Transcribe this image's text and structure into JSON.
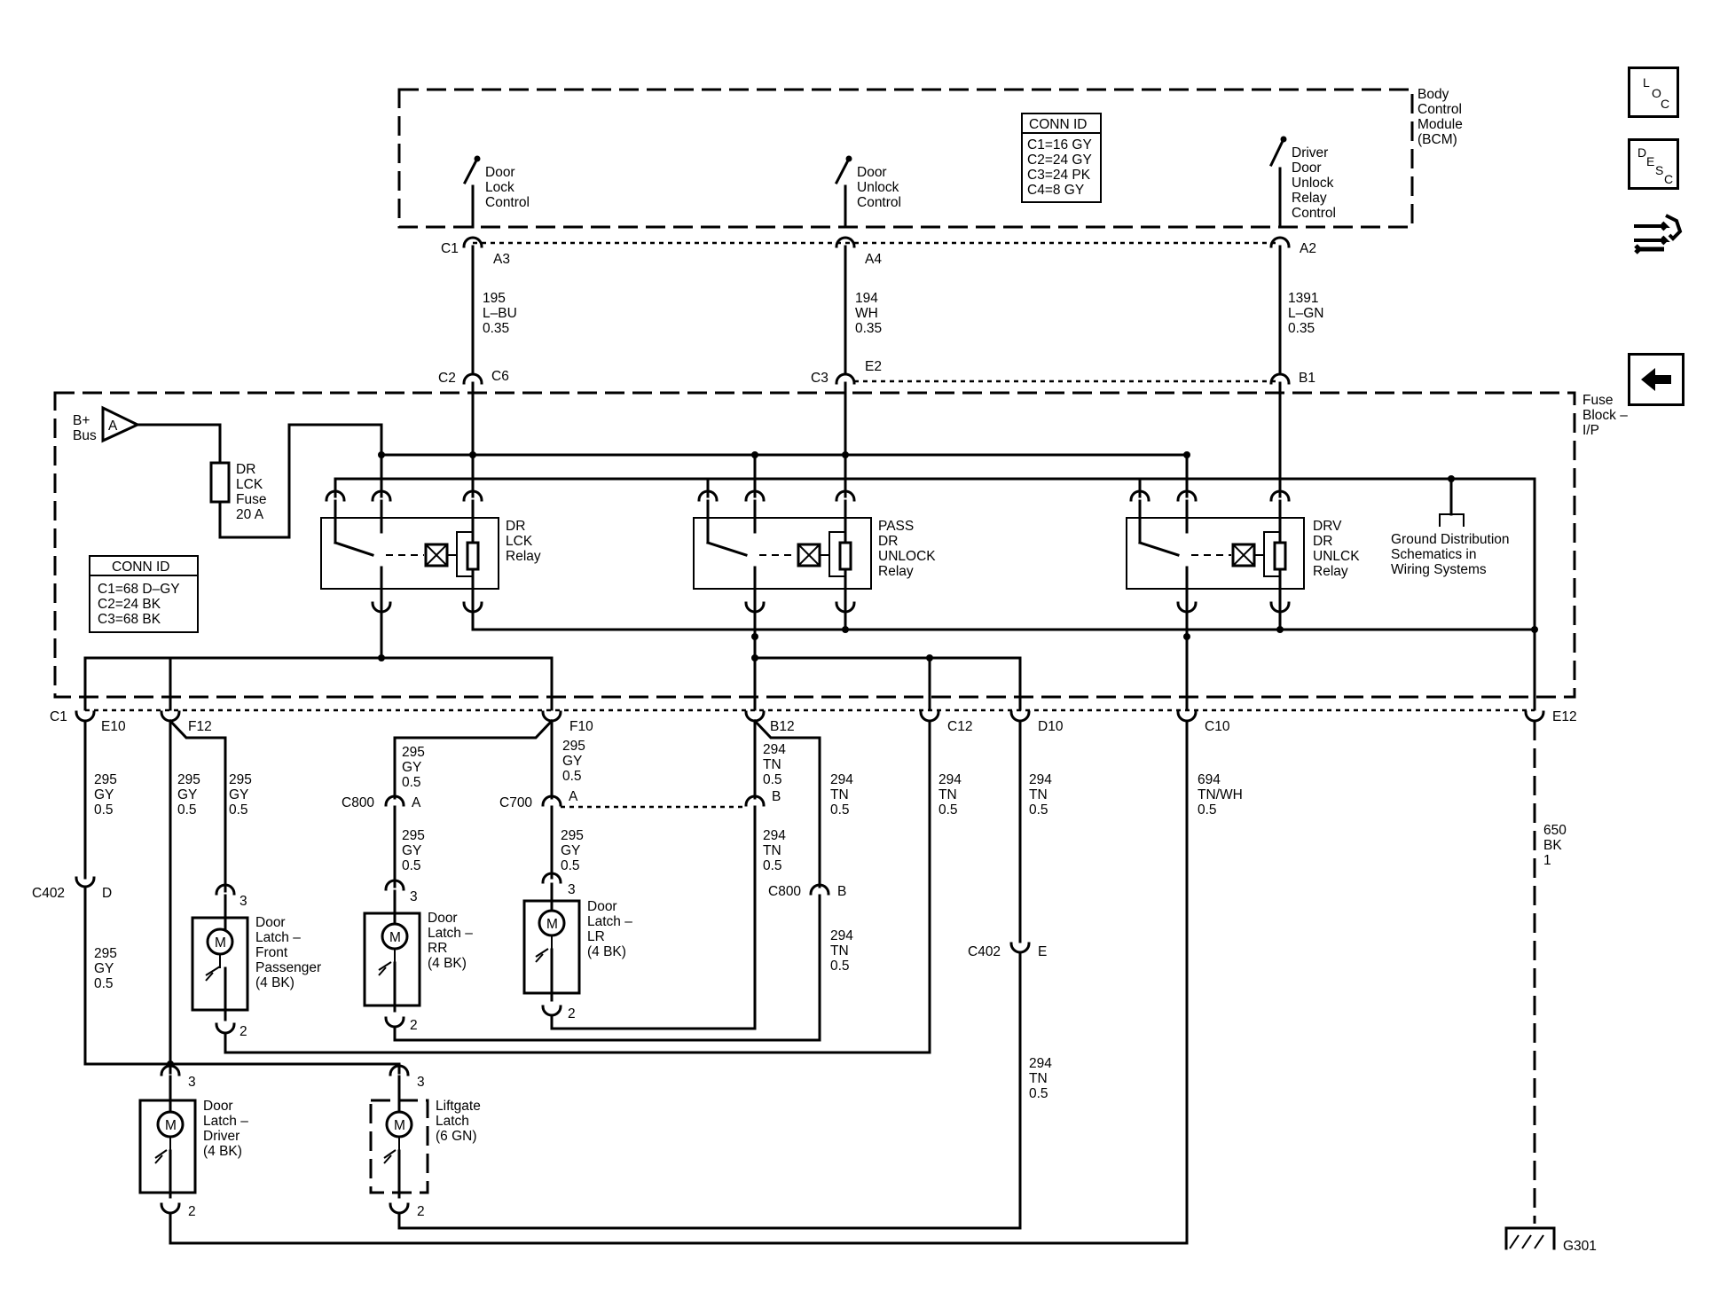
{
  "nav": {
    "loc": [
      "L",
      "O",
      "C"
    ],
    "desc": [
      "D",
      "E",
      "S",
      "C"
    ],
    "connector_icon": "connector-wrench-icon",
    "back_icon": "left-arrow-icon"
  },
  "bcm": {
    "title": [
      "Body",
      "Control",
      "Module",
      "(BCM)"
    ],
    "conn_id_title": "CONN ID",
    "conn_ids": [
      "C1=16 GY",
      "C2=24 GY",
      "C3=24 PK",
      "C4=8 GY"
    ],
    "switches": [
      [
        "Door",
        "Lock",
        "Control"
      ],
      [
        "Door",
        "Unlock",
        "Control"
      ],
      [
        "Driver",
        "Door",
        "Unlock",
        "Relay",
        "Control"
      ]
    ],
    "pins_top": [
      [
        "C1",
        "A3"
      ],
      [
        "A4"
      ],
      [
        "A2"
      ]
    ]
  },
  "wires_top": [
    [
      "195",
      "L–BU",
      "0.35"
    ],
    [
      "194",
      "WH",
      "0.35"
    ],
    [
      "1391",
      "L–GN",
      "0.35"
    ]
  ],
  "fuse_block": {
    "title": [
      "Fuse",
      "Block –",
      "I/P"
    ],
    "pins_in": [
      [
        "C2",
        "C6"
      ],
      [
        "C3",
        "E2"
      ],
      [
        "B1"
      ]
    ],
    "bplus": [
      "B+",
      "Bus"
    ],
    "bplus_marker": "A",
    "fuse": [
      "DR",
      "LCK",
      "Fuse",
      "20 A"
    ],
    "relays": [
      [
        "DR",
        "LCK",
        "Relay"
      ],
      [
        "PASS",
        "DR",
        "UNLOCK",
        "Relay"
      ],
      [
        "DRV",
        "DR",
        "UNLCK",
        "Relay"
      ]
    ],
    "ground_note": [
      "Ground Distribution",
      "Schematics in",
      "Wiring Systems"
    ],
    "conn_id_title": "CONN ID",
    "conn_ids": [
      "C1=68 D–GY",
      "C2=24 BK",
      "C3=68 BK"
    ]
  },
  "bottom_pins": [
    "C1",
    "E10",
    "F12",
    "F10",
    "B12",
    "C12",
    "D10",
    "C10",
    "E12"
  ],
  "wires": {
    "e10_a": [
      "295",
      "GY",
      "0.5"
    ],
    "e10_b": [
      "295",
      "GY",
      "0.5"
    ],
    "f12_a": [
      "295",
      "GY",
      "0.5"
    ],
    "f12_b": [
      "295",
      "GY",
      "0.5"
    ],
    "f10_a": [
      "295",
      "GY",
      "0.5"
    ],
    "f10_rr": [
      "295",
      "GY",
      "0.5"
    ],
    "c800_rr": [
      "295",
      "GY",
      "0.5"
    ],
    "c700_lr": [
      "295",
      "GY",
      "0.5"
    ],
    "b12_a": [
      "294",
      "TN",
      "0.5"
    ],
    "b12_b": [
      "294",
      "TN",
      "0.5"
    ],
    "b12_c": [
      "294",
      "TN",
      "0.5"
    ],
    "c800b": [
      "294",
      "TN",
      "0.5"
    ],
    "c12": [
      "294",
      "TN",
      "0.5"
    ],
    "d10_a": [
      "294",
      "TN",
      "0.5"
    ],
    "d10_b": [
      "294",
      "TN",
      "0.5"
    ],
    "c10": [
      "694",
      "TN/WH",
      "0.5"
    ],
    "e12": [
      "650",
      "BK",
      "1"
    ]
  },
  "connectors": {
    "c800": "C800",
    "c800_a": "A",
    "c700": "C700",
    "c700_a": "A",
    "c700_b": "B",
    "c800b": "C800",
    "c800b_b": "B",
    "c402": "C402",
    "c402_d": "D",
    "c402b": "C402",
    "c402b_e": "E"
  },
  "latches": [
    {
      "label": [
        "Door",
        "Latch –",
        "Front",
        "Passenger",
        "(4 BK)"
      ],
      "pin_top": "3",
      "pin_bottom": "2"
    },
    {
      "label": [
        "Door",
        "Latch –",
        "RR",
        "(4 BK)"
      ],
      "pin_top": "3",
      "pin_bottom": "2"
    },
    {
      "label": [
        "Door",
        "Latch –",
        "LR",
        "(4 BK)"
      ],
      "pin_top": "3",
      "pin_bottom": "2"
    },
    {
      "label": [
        "Door",
        "Latch –",
        "Driver",
        "(4 BK)"
      ],
      "pin_top": "3",
      "pin_bottom": "2"
    },
    {
      "label": [
        "Liftgate",
        "Latch",
        "(6 GN)"
      ],
      "pin_top": "3",
      "pin_bottom": "2"
    }
  ],
  "motor": "M",
  "ground": "G301"
}
